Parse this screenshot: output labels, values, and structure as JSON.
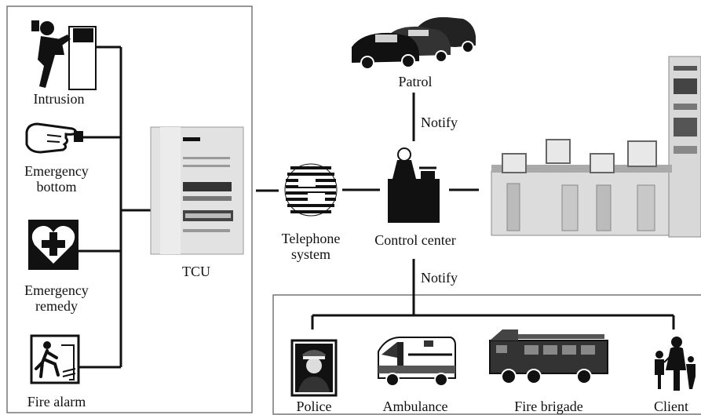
{
  "sensors": {
    "intrusion": "Intrusion",
    "emergency_button_line1": "Emergency",
    "emergency_button_line2": "bottom",
    "emergency_remedy_line1": "Emergency",
    "emergency_remedy_line2": "remedy",
    "fire_alarm": "Fire alarm"
  },
  "tcu": "TCU",
  "telephone_line1": "Telephone",
  "telephone_line2": "system",
  "control_center": "Control center",
  "patrol": "Patrol",
  "notify_top": "Notify",
  "notify_bottom": "Notify",
  "responders": {
    "police": "Police",
    "ambulance": "Ambulance",
    "fire_brigade": "Fire brigade",
    "client": "Client"
  },
  "colors": {
    "ink": "#111111",
    "frame": "#777777",
    "device_fill": "#e2e2e2"
  },
  "icons": [
    "intrusion-icon",
    "pointing-hand-icon",
    "heart-cross-icon",
    "running-man-icon",
    "tcu-device-icon",
    "telephone-logo-icon",
    "operator-desk-icon",
    "patrol-cars-icon",
    "computer-workstation-icon",
    "police-officer-icon",
    "ambulance-icon",
    "fire-truck-icon",
    "family-icon"
  ]
}
